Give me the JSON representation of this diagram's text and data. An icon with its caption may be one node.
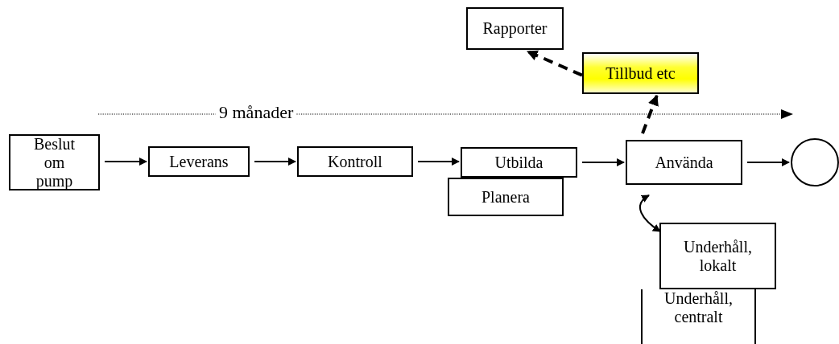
{
  "diagram": {
    "nodes": [
      {
        "text": [
          "Rapporter"
        ]
      },
      {
        "text": [
          "Tillbud etc"
        ]
      },
      {
        "text": [
          "Beslut om pump"
        ]
      },
      {
        "text": [
          "Leverans"
        ]
      },
      {
        "text": [
          "Kontroll"
        ]
      },
      {
        "text": [
          "Utbilda"
        ]
      },
      {
        "text": [
          "Planera"
        ]
      },
      {
        "text": [
          "Använda"
        ]
      },
      {
        "text": [],
        "shape": "circle"
      },
      {
        "text": [
          "Underhåll, lokalt"
        ]
      },
      {
        "text": [
          "Underhåll, centralt"
        ]
      }
    ],
    "edges": [
      {
        "from": 2,
        "to": 3,
        "arrow": "to"
      },
      {
        "from": 3,
        "to": 4,
        "arrow": "to"
      },
      {
        "from": 4,
        "to": 5,
        "arrow": "to"
      },
      {
        "from": 5,
        "to": 7,
        "arrow": "to"
      },
      {
        "from": 7,
        "to": 8,
        "arrow": "to"
      },
      {
        "from": 7,
        "to": 1,
        "arrow": "to",
        "style": "dashed"
      },
      {
        "from": 1,
        "to": 0,
        "arrow": "to",
        "style": "dashed"
      },
      {
        "from": 9,
        "to": 7,
        "arrow": "both"
      }
    ],
    "labels": [
      "9 månader"
    ]
  }
}
